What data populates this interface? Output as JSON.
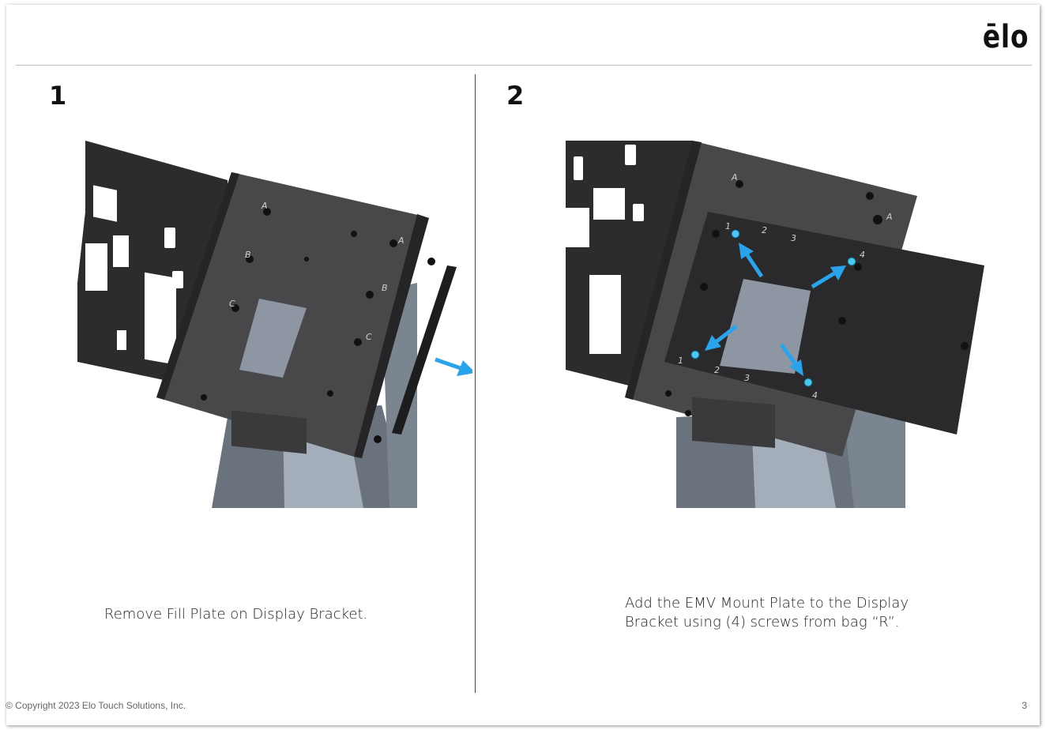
{
  "header": {
    "brand": "ēlo"
  },
  "steps": [
    {
      "number": "1",
      "caption": "Remove Fill Plate on Display Bracket."
    },
    {
      "number": "2",
      "caption": "Add the EMV Mount Plate to the Display Bracket using (4) screws from bag “R”."
    }
  ],
  "labels": {
    "A": "A",
    "B": "B",
    "C": "C",
    "n1": "1",
    "n2": "2",
    "n3": "3",
    "n4": "4"
  },
  "colors": {
    "arrow": "#2aa3ea",
    "bracket": "#3f3f42",
    "bracket_dark": "#1f1f21",
    "stand": "#6e7a86",
    "stand_light": "#9aa6b2"
  },
  "footer": {
    "copyright": "© Copyright 2023 Elo Touch Solutions, Inc.",
    "page_number": "3"
  }
}
